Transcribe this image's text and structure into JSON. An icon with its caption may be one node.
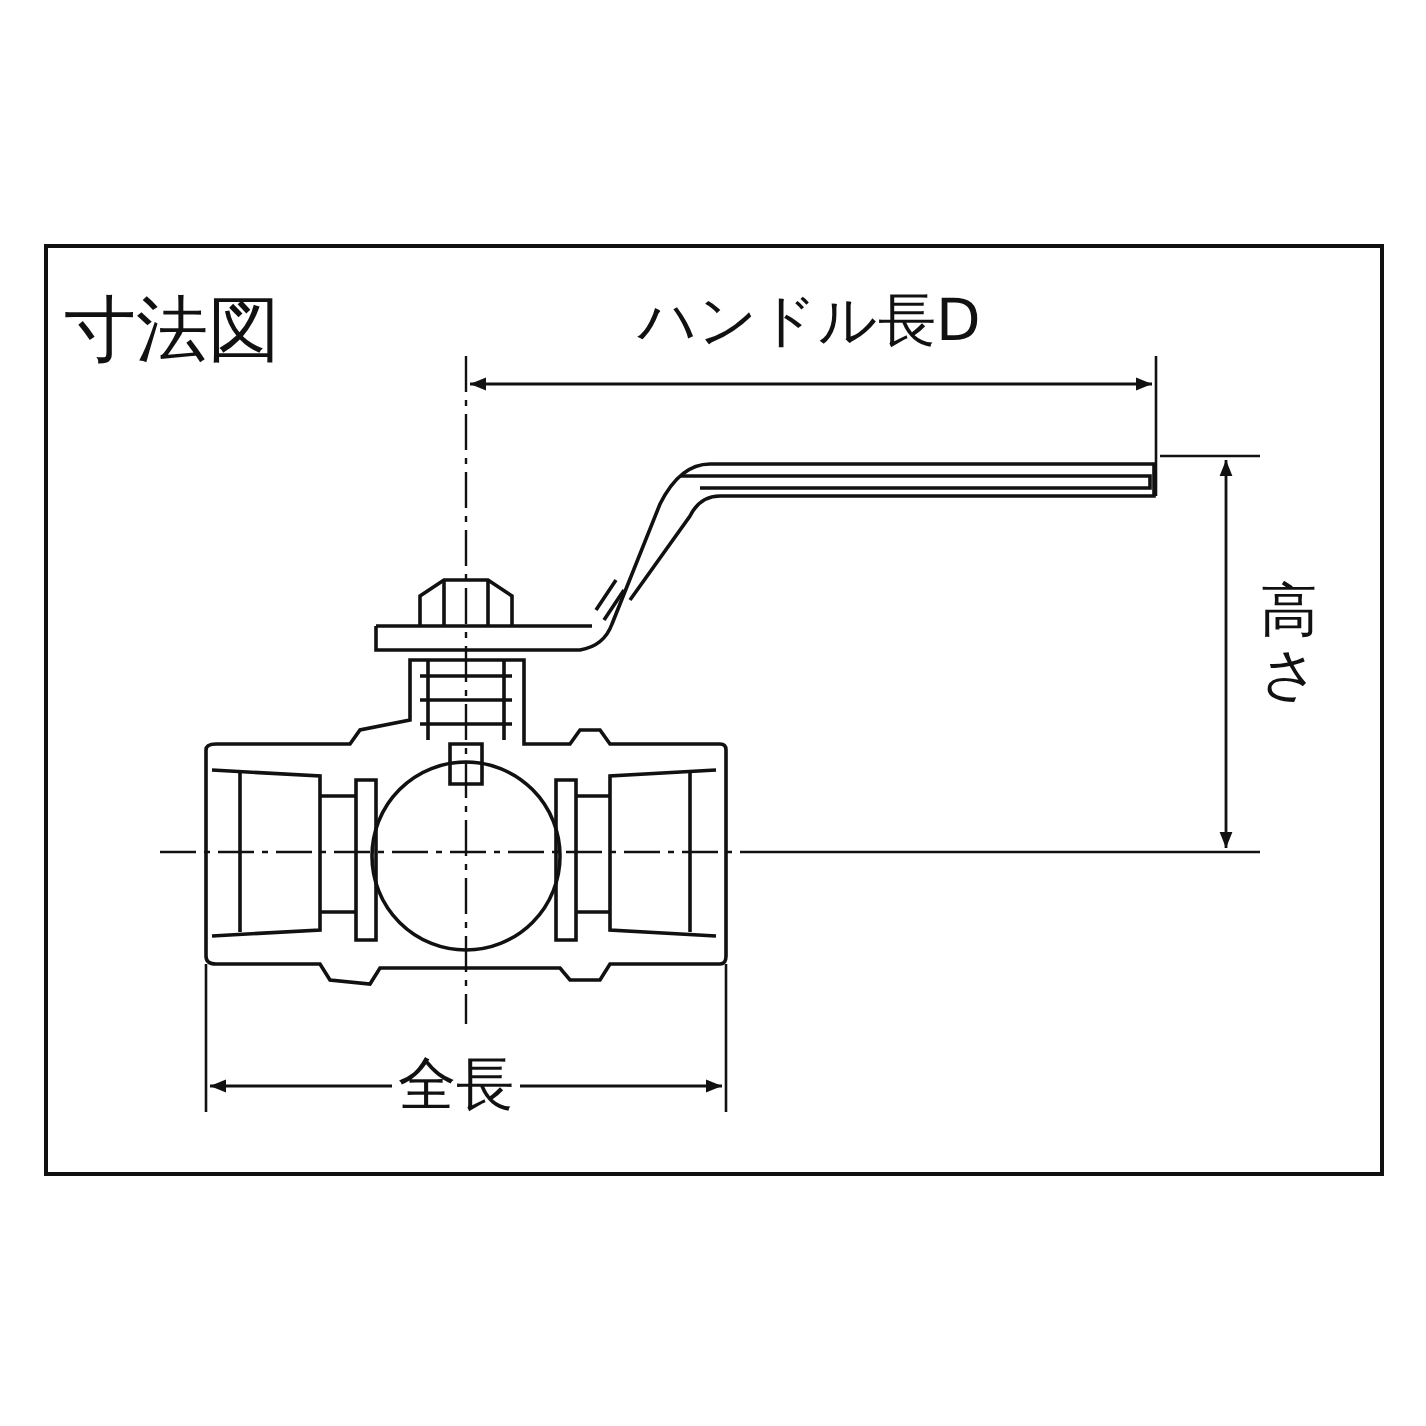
{
  "diagram": {
    "title": "寸法図",
    "labels": [
      "ハンドル長D",
      "高さ",
      "全長"
    ]
  }
}
